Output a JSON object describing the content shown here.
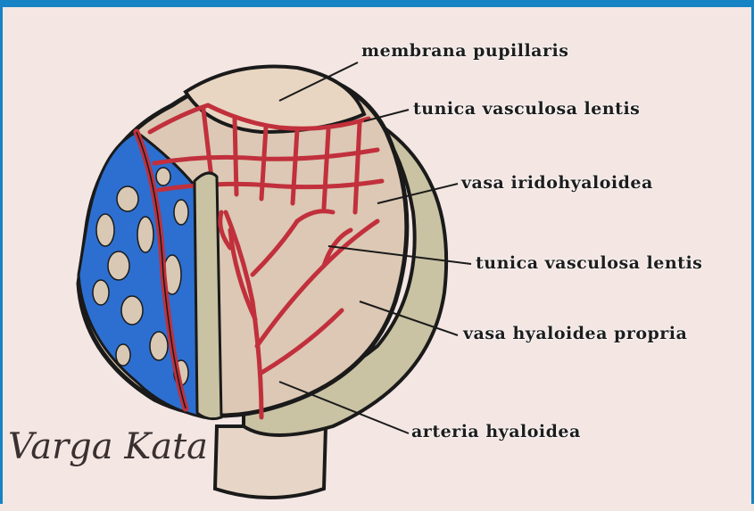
{
  "labels": {
    "membrana_pupillaris": "membrana pupillaris",
    "tunica_vasculosa_lentis_top": "tunica vasculosa lentis",
    "vasa_iridohyaloidea": "vasa iridohyaloidea",
    "tunica_vasculosa_lentis_mid": "tunica vasculosa lentis",
    "vasa_hyaloidea_propria": "vasa hyaloidea propria",
    "arteria_hyaloidea": "arteria  hyaloidea"
  },
  "signature": "Varga Kata",
  "colors": {
    "frame": "#1583c4",
    "background": "#f3e6e3",
    "artery": "#c1303c",
    "vein": "#2c6fd0",
    "tissue": "#d9c8b3",
    "capsule": "#c9c2a3"
  }
}
